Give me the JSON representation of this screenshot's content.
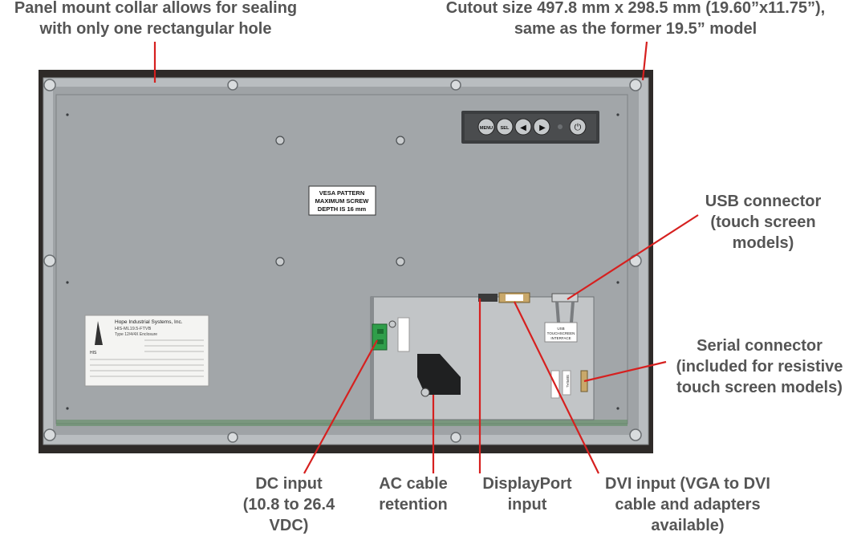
{
  "callouts": {
    "collar": [
      "Panel mount collar allows for sealing",
      "with only one rectangular hole"
    ],
    "cutout": [
      "Cutout size 497.8 mm x 298.5 mm (19.60”x11.75”),",
      "same as the former 19.5” model"
    ],
    "usb": [
      "USB connector",
      "(touch screen",
      "models)"
    ],
    "serial": [
      "Serial connector",
      "(included for resistive",
      "touch screen models)"
    ],
    "dc": [
      "DC input",
      "(10.8 to 26.4",
      "VDC)"
    ],
    "ac": [
      "AC cable",
      "retention"
    ],
    "dp": [
      "DisplayPort",
      "input"
    ],
    "dvi": [
      "DVI input (VGA to DVI",
      "cable and adapters",
      "available)"
    ]
  },
  "buttons": {
    "menu": "MENU",
    "sel": "SEL",
    "left": "◀",
    "right": "▶",
    "power": "⏻"
  },
  "vesa_label": [
    "VESA PATTERN",
    "MAXIMUM SCREW",
    "DEPTH IS 16 mm"
  ],
  "product_label": {
    "company": "Hope Industrial Systems, Inc.",
    "model": "HIS-ML19.5-FTVB",
    "type": "Type 12/4/4X Enclosure",
    "logo": "HIS"
  },
  "usb_label": [
    "USB",
    "TOUCHSCREEN",
    "INTERFACE"
  ],
  "serial_label": "SERIAL",
  "colors": {
    "callout_text": "#555555",
    "leader_line": "#d6201f",
    "bezel": "#2e2a28",
    "frame": "#b9bdc0",
    "panel": "#a2a6a9",
    "recess": "#c2c5c7"
  }
}
